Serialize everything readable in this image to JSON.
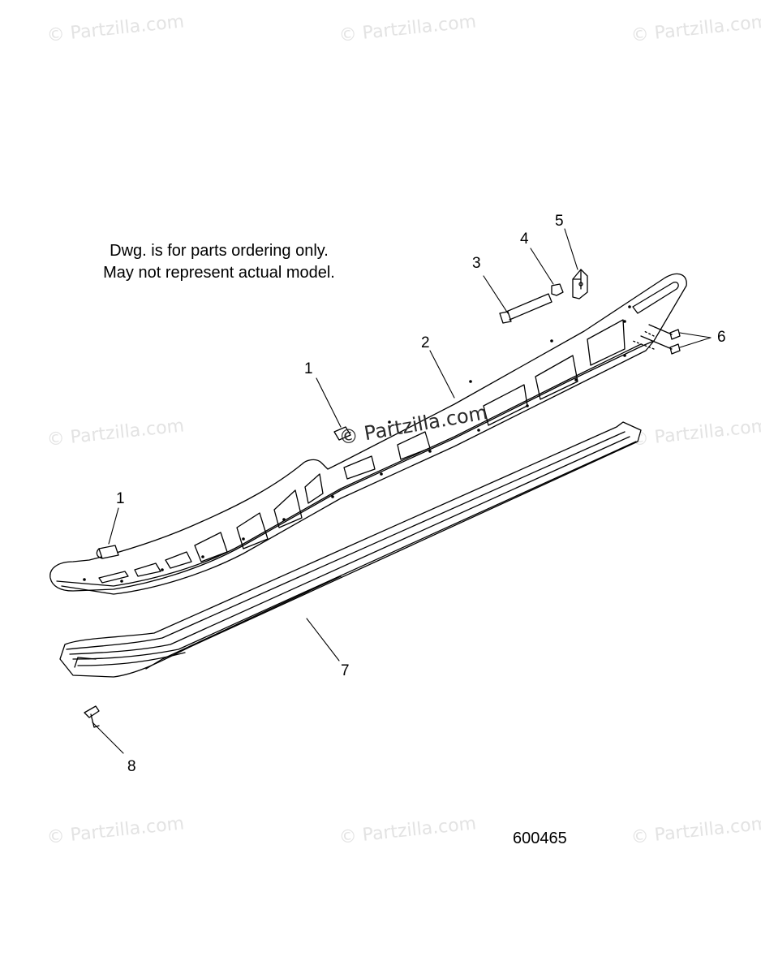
{
  "watermark": "© Partzilla.com",
  "note": {
    "line1": "Dwg. is for parts ordering only.",
    "line2": "May not represent actual model."
  },
  "callouts": {
    "c1a": "1",
    "c1b": "1",
    "c2": "2",
    "c3": "3",
    "c4": "4",
    "c5": "5",
    "c6": "6",
    "c7": "7",
    "c8": "8"
  },
  "figure_number": "600465"
}
